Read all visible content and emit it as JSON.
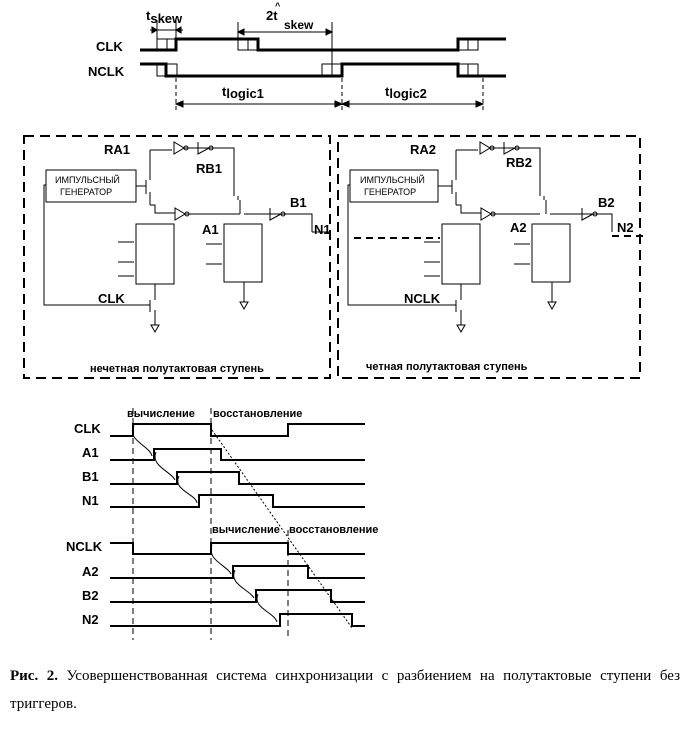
{
  "top": {
    "tskew_t": "t",
    "tskew_sub": "skew",
    "two_tskew": "2t",
    "two_tskew_sub": "skew",
    "hat": "^",
    "clk": "CLK",
    "nclk": "NCLK",
    "tlogic1_t": "t",
    "tlogic1_sub": "logic1",
    "tlogic2_t": "t",
    "tlogic2_sub": "logic2"
  },
  "stage1": {
    "ra": "RA1",
    "rb": "RB1",
    "a": "A1",
    "b": "B1",
    "n": "N1",
    "gen_line1": "ИМПУЛЬСНЫЙ",
    "gen_line2": "ГЕНЕРАТОР",
    "clk": "CLK",
    "caption": "нечетная полутактовая ступень"
  },
  "stage2": {
    "ra": "RA2",
    "rb": "RB2",
    "a": "A2",
    "b": "B2",
    "n": "N2",
    "gen_line1": "ИМПУЛЬСНЫЙ",
    "gen_line2": "ГЕНЕРАТОР",
    "clk": "NCLK",
    "caption": "четная полутактовая ступень"
  },
  "timing": {
    "phase_eval_1": "вычисление",
    "phase_restore_1": "восстановление",
    "phase_eval_2": "вычисление",
    "phase_restore_2": "восстановление",
    "signals": [
      "CLK",
      "A1",
      "B1",
      "N1",
      "NCLK",
      "A2",
      "B2",
      "N2"
    ]
  },
  "caption": {
    "label": "Рис. 2.",
    "text": "Усовершенствованная система синхронизации с разбиением на полутактовые ступени без триггеров."
  }
}
